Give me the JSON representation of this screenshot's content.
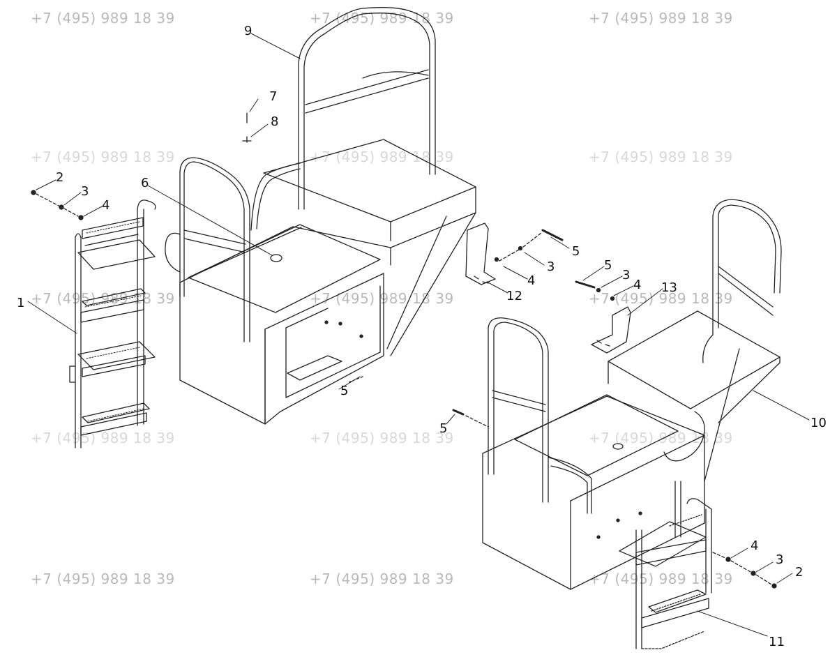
{
  "watermark": {
    "text": "+7 (495) 989 18 39",
    "color": "#b9b9b9"
  },
  "callouts": [
    {
      "id": "1",
      "label": "1"
    },
    {
      "id": "2a",
      "label": "2"
    },
    {
      "id": "3a",
      "label": "3"
    },
    {
      "id": "4a",
      "label": "4"
    },
    {
      "id": "6",
      "label": "6"
    },
    {
      "id": "7",
      "label": "7"
    },
    {
      "id": "8",
      "label": "8"
    },
    {
      "id": "9",
      "label": "9"
    },
    {
      "id": "5a",
      "label": "5"
    },
    {
      "id": "5b",
      "label": "5"
    },
    {
      "id": "3b",
      "label": "3"
    },
    {
      "id": "4b",
      "label": "4"
    },
    {
      "id": "12",
      "label": "12"
    },
    {
      "id": "5c",
      "label": "5"
    },
    {
      "id": "3c",
      "label": "3"
    },
    {
      "id": "4c",
      "label": "4"
    },
    {
      "id": "13",
      "label": "13"
    },
    {
      "id": "10",
      "label": "10"
    },
    {
      "id": "5d",
      "label": "5"
    },
    {
      "id": "4d",
      "label": "4"
    },
    {
      "id": "3d",
      "label": "3"
    },
    {
      "id": "2b",
      "label": "2"
    },
    {
      "id": "11",
      "label": "11"
    }
  ]
}
